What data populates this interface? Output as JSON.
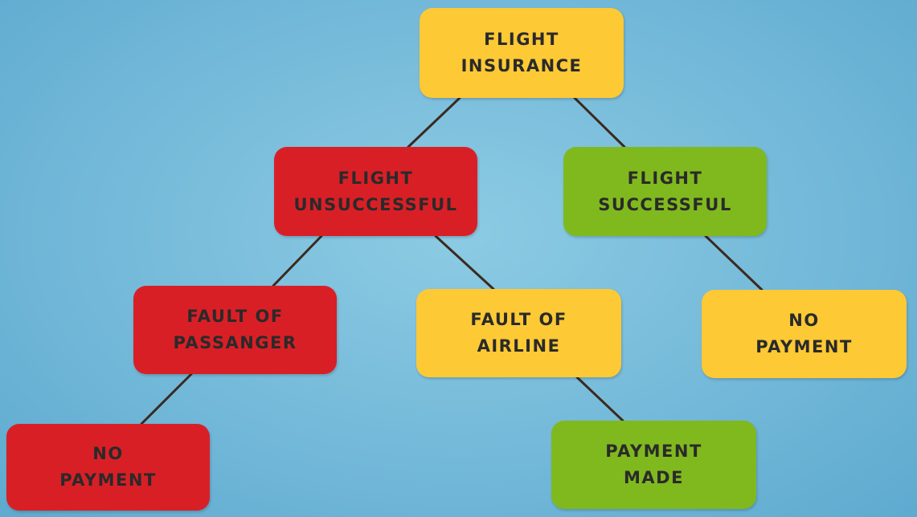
{
  "colors": {
    "yellow": "#fdc935",
    "red": "#d91f26",
    "green": "#80b91e",
    "connector": "#3a2a20"
  },
  "nodes": {
    "root": {
      "line1": "FLIGHT",
      "line2": "INSURANCE",
      "color": "yellow"
    },
    "unsuccessful": {
      "line1": "FLIGHT",
      "line2": "UNSUCCESSFUL",
      "color": "red"
    },
    "successful": {
      "line1": "FLIGHT",
      "line2": "SUCCESSFUL",
      "color": "green"
    },
    "passenger": {
      "line1": "FAULT OF",
      "line2": "PASSANGER",
      "color": "red"
    },
    "airline": {
      "line1": "FAULT OF",
      "line2": "AIRLINE",
      "color": "yellow"
    },
    "no_payment_right": {
      "line1": "NO",
      "line2": "PAYMENT",
      "color": "yellow"
    },
    "no_payment_left": {
      "line1": "NO",
      "line2": "PAYMENT",
      "color": "red"
    },
    "payment_made": {
      "line1": "PAYMENT",
      "line2": "MADE",
      "color": "green"
    }
  },
  "edges": [
    [
      "root",
      "unsuccessful"
    ],
    [
      "root",
      "successful"
    ],
    [
      "unsuccessful",
      "passenger"
    ],
    [
      "unsuccessful",
      "airline"
    ],
    [
      "successful",
      "no_payment_right"
    ],
    [
      "passenger",
      "no_payment_left"
    ],
    [
      "airline",
      "payment_made"
    ]
  ]
}
